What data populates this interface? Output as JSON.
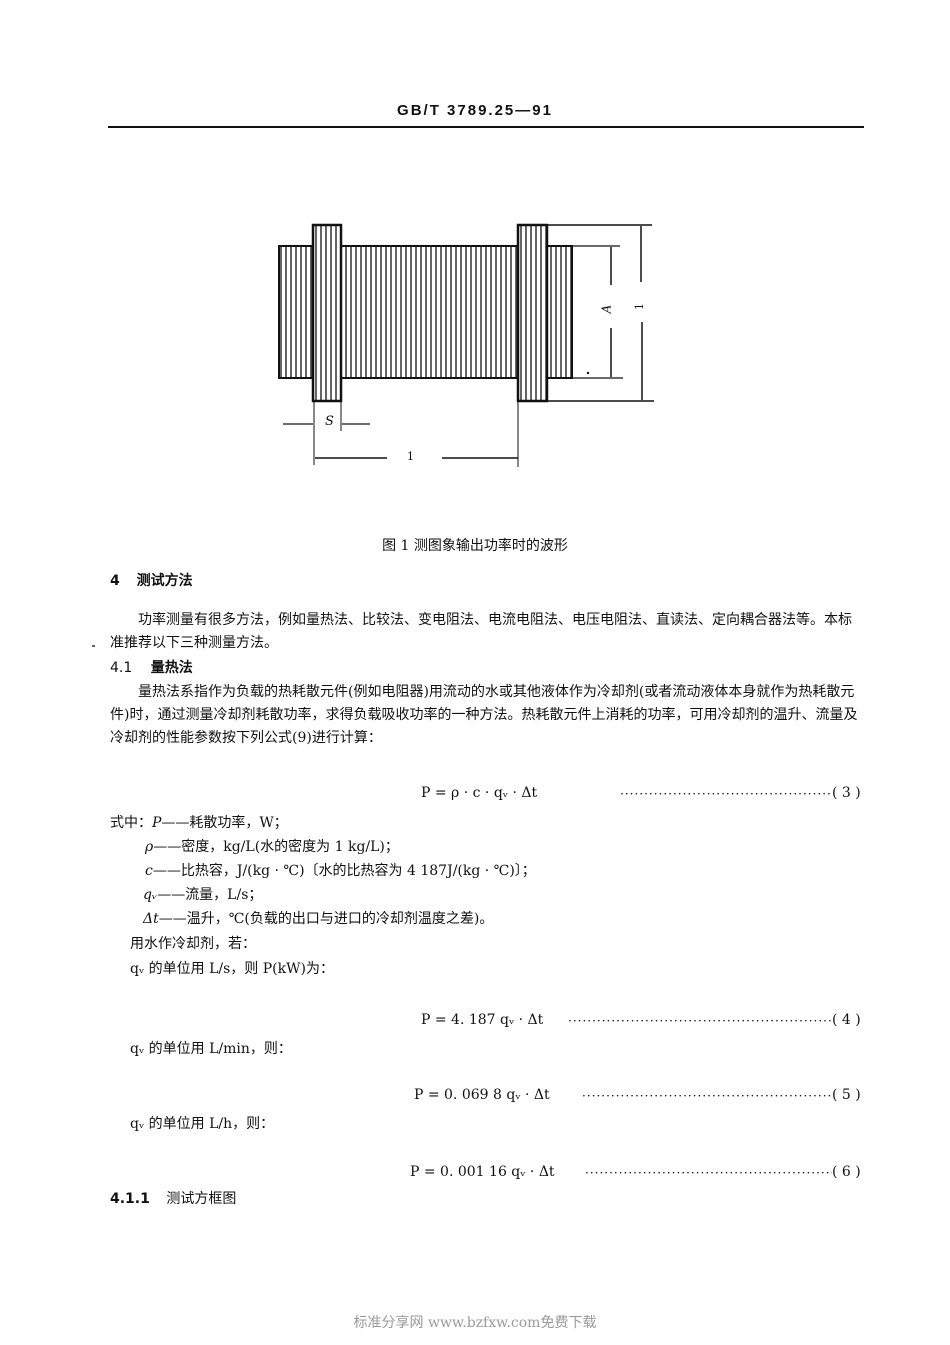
{
  "header": {
    "standard_number": "GB/T 3789.25—91"
  },
  "figure": {
    "caption": "图 1   测图象输出功率时的波形",
    "labels": {
      "s": "S",
      "l_horizontal": "1",
      "a": "A",
      "l_vertical": "1"
    }
  },
  "section4": {
    "heading_num": "4",
    "heading_title": "测试方法",
    "intro_paragraph": "功率测量有很多方法，例如量热法、比较法、变电阻法、电流电阻法、电压电阻法、直读法、定向耦合器法等。本标准推荐以下三种测量方法。"
  },
  "section4_1": {
    "heading_num": "4.1",
    "heading_title": "量热法",
    "paragraph": "量热法系指作为负载的热耗散元件(例如电阻器)用流动的水或其他液体作为冷却剂(或者流动液体本身就作为热耗散元件)时，通过测量冷却剂耗散功率，求得负载吸收功率的一种方法。热耗散元件上消耗的功率，可用冷却剂的温升、流量及冷却剂的性能参数按下列公式(9)进行计算："
  },
  "equations": [
    {
      "formula": "P = ρ · c · qᵥ · Δt",
      "number": "( 3 )"
    },
    {
      "formula": "P = 4. 187 qᵥ · Δt",
      "number": "( 4 )"
    },
    {
      "formula": "P = 0. 069 8 qᵥ · Δt",
      "number": "( 5 )"
    },
    {
      "formula": "P = 0. 001 16 qᵥ · Δt",
      "number": "( 6 )"
    }
  ],
  "definitions": {
    "lead": "式中：",
    "items": [
      {
        "symbol": "P",
        "text": "——耗散功率，W；"
      },
      {
        "symbol": "ρ",
        "text": "——密度，kg/L(水的密度为 1 kg/L)；"
      },
      {
        "symbol": "c",
        "text": "——比热容，J/(kg · ℃)〔水的比热容为 4 187J/(kg · ℃)〕；"
      },
      {
        "symbol": "qᵥ",
        "text": "——流量，L/s；"
      },
      {
        "symbol": "Δt",
        "text": "——温升，℃(负载的出口与进口的冷却剂温度之差)。"
      }
    ]
  },
  "conditions": {
    "water_coolant": "用水作冷却剂，若：",
    "unit_ls": "qᵥ 的单位用 L/s，则 P(kW)为：",
    "unit_lmin": "qᵥ 的单位用 L/min，则：",
    "unit_lh": "qᵥ 的单位用 L/h，则："
  },
  "section4_1_1": {
    "heading_num": "4.1.1",
    "heading_title": "测试方框图"
  },
  "dot_leader": "·······················································································································",
  "watermark": "标准分享网 www.bzfxw.com免费下载"
}
